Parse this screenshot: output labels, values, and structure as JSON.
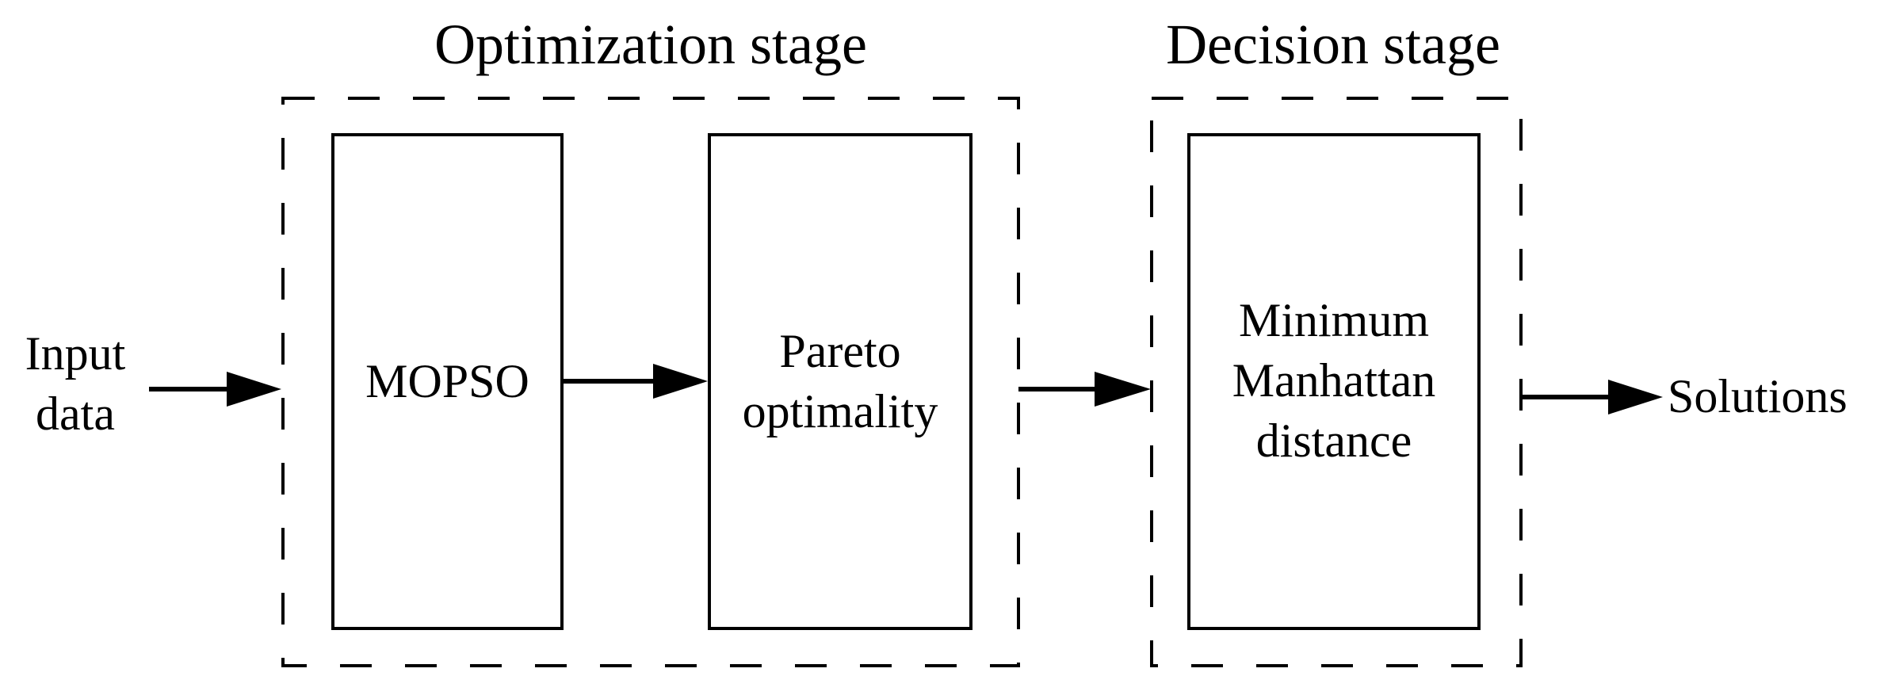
{
  "stages": {
    "optimization": {
      "title": "Optimization stage"
    },
    "decision": {
      "title": "Decision stage"
    }
  },
  "inputs": {
    "line1": "Input",
    "line2": "data"
  },
  "blocks": {
    "mopso": {
      "label": "MOPSO"
    },
    "pareto": {
      "line1": "Pareto",
      "line2": "optimality"
    },
    "manhattan": {
      "line1": "Minimum",
      "line2": "Manhattan",
      "line3": "distance"
    }
  },
  "outputs": {
    "label": "Solutions"
  }
}
